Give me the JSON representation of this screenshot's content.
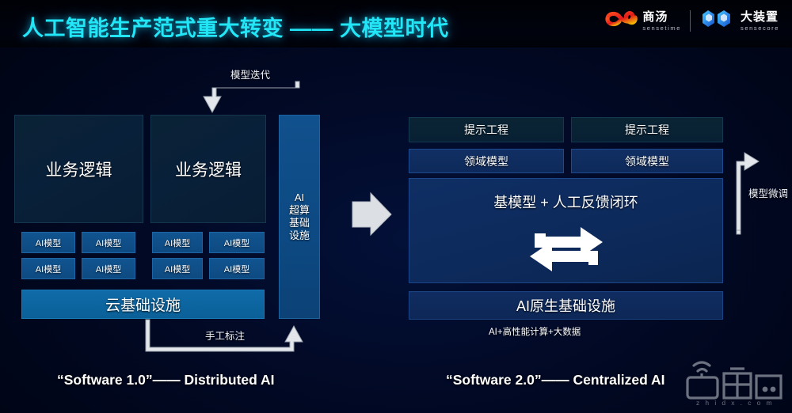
{
  "header": {
    "title": "人工智能生产范式重大转变 —— 大模型时代",
    "title_color": "#22e6f6",
    "logos": [
      {
        "icon": "sensetime-infinity-icon",
        "cn": "商汤",
        "en": "sensetime"
      },
      {
        "icon": "sensecore-cubes-icon",
        "cn": "大装置",
        "en": "sensecore"
      }
    ]
  },
  "left_panel": {
    "caption": "“Software 1.0”—— Distributed AI",
    "business_logic_boxes": [
      "业务逻辑",
      "业务逻辑"
    ],
    "ai_model_label": "AI模型",
    "ai_model_grid": [
      [
        "AI模型",
        "AI模型",
        "AI模型",
        "AI模型"
      ],
      [
        "AI模型",
        "AI模型",
        "AI模型",
        "AI模型"
      ]
    ],
    "cloud_infra": "云基础设施",
    "compute_column": "AI\n超算\n基础\n设施",
    "compute_column_lines": [
      "AI",
      "超算",
      "基础",
      "设施"
    ],
    "arrow_top_label": "模型迭代",
    "arrow_bottom_label": "手工标注"
  },
  "right_panel": {
    "caption": "“Software 2.0”—— Centralized AI",
    "prompt_boxes": [
      "提示工程",
      "提示工程"
    ],
    "domain_boxes": [
      "领域模型",
      "领域模型"
    ],
    "base_model": "基模型 + 人工反馈闭环",
    "native_infra": "AI原生基础设施",
    "native_infra_sub": "AI+高性能计算+大数据",
    "arrow_label": "模型微调",
    "loop_icon": "refresh-loop-icon"
  },
  "center": {
    "transition_arrow": "right-arrow-icon"
  },
  "watermark": {
    "logo": "zhidx-robot-icon",
    "text": "z h i d x . c o m"
  },
  "colors": {
    "accent_cyan": "#22e6f6",
    "box_dark": "#0a2235",
    "box_blue": "#11548f",
    "cloud_blue": "#0f6ba8",
    "base_blue": "#0f2e63",
    "arrow_white": "#e8ebef",
    "background": "#010822"
  }
}
